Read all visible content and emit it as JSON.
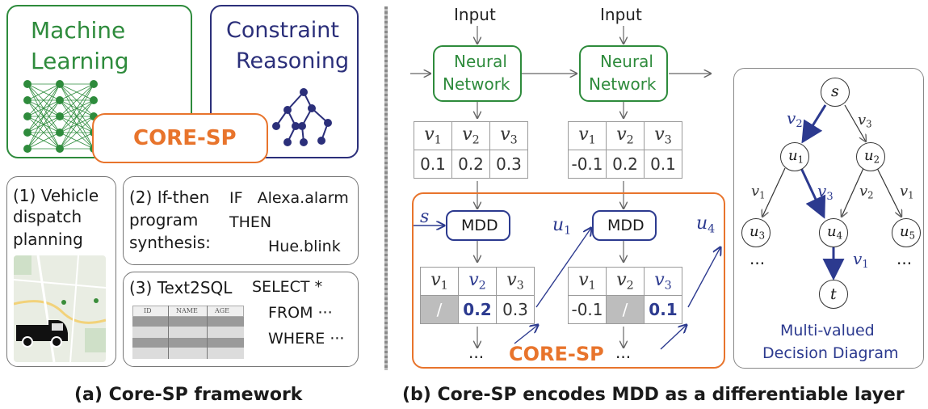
{
  "panel_a": {
    "ml_label_line1": "Machine",
    "ml_label_line2": "Learning",
    "cr_label_line1": "Constraint",
    "cr_label_line2": "Reasoning",
    "core_label": "CORE-SP",
    "task1_line1": "(1) Vehicle",
    "task1_line2": "dispatch",
    "task1_line3": "planning",
    "task2_line1": "(2) If-then",
    "task2_line2": "program",
    "task2_line3": "synthesis:",
    "task2_code1": "IF   Alexa.alarm",
    "task2_code2": "THEN",
    "task2_code3": "Hue.blink",
    "task3_title": "(3) Text2SQL",
    "task3_code1": "SELECT *",
    "task3_code2": "FROM ···",
    "task3_code3": "WHERE ···",
    "task3_table_headers": [
      "ID",
      "NAME",
      "AGE"
    ],
    "caption": "(a) Core-SP framework"
  },
  "panel_b": {
    "input1": "Input",
    "input2": "Input",
    "nn1_line1": "Neural",
    "nn1_line2": "Network",
    "nn2_line1": "Neural",
    "nn2_line2": "Network",
    "table1_values": [
      "0.1",
      "0.2",
      "0.3"
    ],
    "table2_values": [
      "-0.1",
      "0.2",
      "0.1"
    ],
    "mdd1": "MDD",
    "mdd2": "MDD",
    "s_label": "s",
    "u1_label": "u",
    "u1_sub": "1",
    "u4_label": "u",
    "u4_sub": "4",
    "table3_values": [
      "/",
      "0.2",
      "0.3"
    ],
    "table4_values": [
      "-0.1",
      "/",
      "0.1"
    ],
    "dots1": "···",
    "dots2": "···",
    "core_label": "CORE-SP",
    "caption": "(b) Core-SP encodes MDD as a differentiable layer"
  },
  "mdd_diagram": {
    "node_s": "s",
    "node_t": "t",
    "nodes_u": [
      "1",
      "2",
      "3",
      "4",
      "5"
    ],
    "edge_labels": [
      "2",
      "3",
      "1",
      "3",
      "2",
      "1",
      "1"
    ],
    "dots_left": "···",
    "dots_right": "···",
    "title_line1": "Multi-valued",
    "title_line2": "Decision Diagram"
  },
  "colors": {
    "green": "#2e8b3c",
    "navy": "#2b2f7a",
    "orange": "#e8742c",
    "blue": "#2c3a8f",
    "grey_border": "#7a7a7a"
  }
}
